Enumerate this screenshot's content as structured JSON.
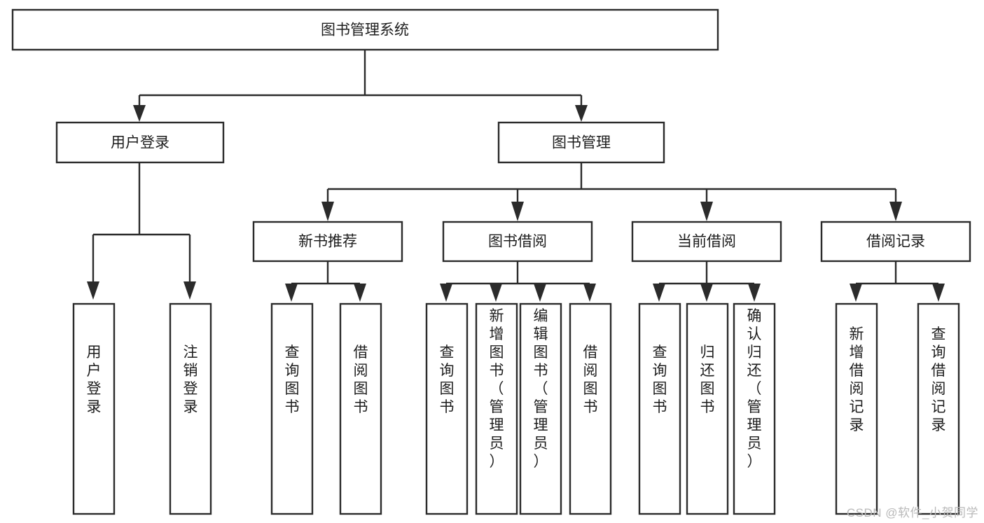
{
  "diagram": {
    "type": "tree",
    "title": "图书管理系统",
    "orientation": "top-down",
    "watermark": "CSDN @软件_小贺同学",
    "colors": {
      "stroke": "#2b2b2b",
      "fill": "#ffffff",
      "text": "#1d1d1d",
      "watermark": "#b9b9b9"
    },
    "levels": {
      "root": {
        "label": "图书管理系统"
      },
      "level2": [
        {
          "id": "user-login",
          "label": "用户登录"
        },
        {
          "id": "book-management",
          "label": "图书管理"
        }
      ],
      "level3": [
        {
          "id": "new-book-recommend",
          "label": "新书推荐",
          "parent": "book-management"
        },
        {
          "id": "book-borrow",
          "label": "图书借阅",
          "parent": "book-management"
        },
        {
          "id": "current-borrow",
          "label": "当前借阅",
          "parent": "book-management"
        },
        {
          "id": "borrow-record",
          "label": "借阅记录",
          "parent": "book-management"
        }
      ],
      "leaves": [
        {
          "id": "leaf-user-login",
          "label": "用户登录",
          "parent": "user-login"
        },
        {
          "id": "leaf-logout-login",
          "label": "注销登录",
          "parent": "user-login"
        },
        {
          "id": "leaf-query-book-1",
          "label": "查询图书",
          "parent": "new-book-recommend"
        },
        {
          "id": "leaf-borrow-book-1",
          "label": "借阅图书",
          "parent": "new-book-recommend"
        },
        {
          "id": "leaf-query-book-2",
          "label": "查询图书",
          "parent": "book-borrow"
        },
        {
          "id": "leaf-add-book",
          "label": "新增图书（管理员）",
          "parent": "book-borrow"
        },
        {
          "id": "leaf-edit-book",
          "label": "编辑图书（管理员）",
          "parent": "book-borrow"
        },
        {
          "id": "leaf-borrow-book-2",
          "label": "借阅图书",
          "parent": "book-borrow"
        },
        {
          "id": "leaf-query-book-3",
          "label": "查询图书",
          "parent": "current-borrow"
        },
        {
          "id": "leaf-return-book",
          "label": "归还图书",
          "parent": "current-borrow"
        },
        {
          "id": "leaf-confirm-return",
          "label": "确认归还（管理员）",
          "parent": "current-borrow"
        },
        {
          "id": "leaf-add-record",
          "label": "新增借阅记录",
          "parent": "borrow-record"
        },
        {
          "id": "leaf-query-record",
          "label": "查询借阅记录",
          "parent": "borrow-record"
        }
      ]
    }
  }
}
